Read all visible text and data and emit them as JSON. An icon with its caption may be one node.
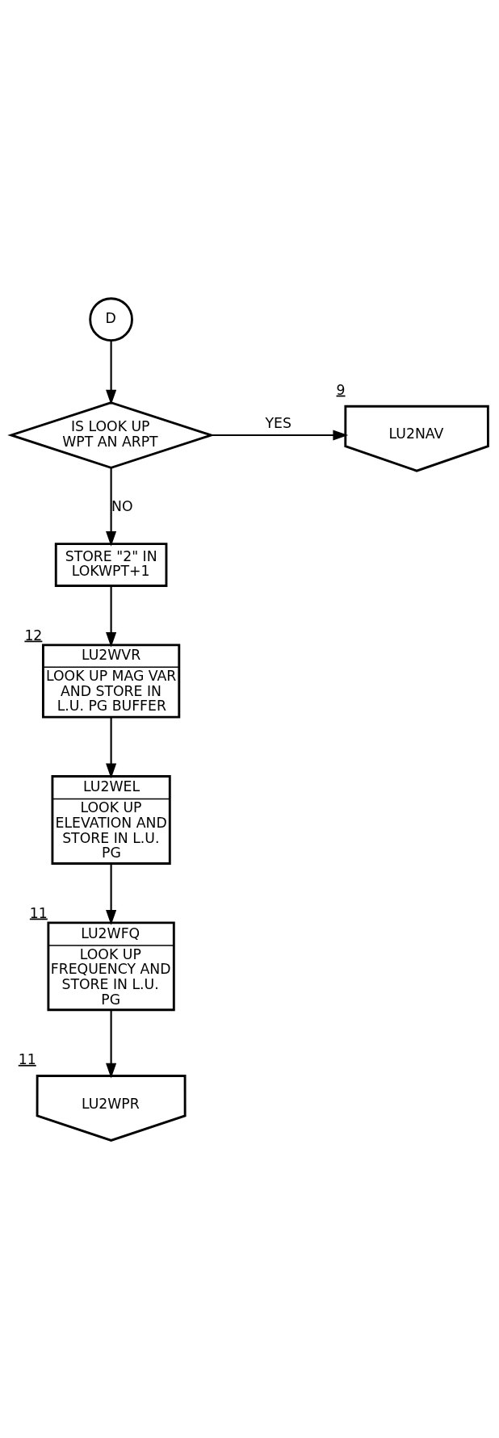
{
  "diagram": {
    "nodes": [
      {
        "text": [
          "D"
        ]
      },
      {
        "text": [
          "IS LOOK UP WPT AN ARPT"
        ]
      },
      {
        "text": [
          "LU2NAV"
        ],
        "beside": [
          "9"
        ]
      },
      {
        "text": [
          "STORE \"2\" IN LOKWPT+1"
        ]
      },
      {
        "text": [
          "LU2WVR",
          "LOOK UP MAG VAR AND STORE IN L.U. PG BUFFER"
        ],
        "beside": [
          "12"
        ]
      },
      {
        "text": [
          "LU2WEL",
          "LOOK UP ELEVATION AND STORE IN L.U. PG"
        ]
      },
      {
        "text": [
          "LU2WFQ",
          "LOOK UP FREQUENCY AND STORE IN L.U. PG"
        ],
        "beside": [
          "11"
        ]
      },
      {
        "text": [
          "LU2WPR"
        ],
        "beside": [
          "11"
        ]
      }
    ],
    "edges": [
      {
        "from": 0,
        "to": 1,
        "arrow": "to"
      },
      {
        "from": 1,
        "to": 2,
        "arrow": "to",
        "label": "YES"
      },
      {
        "from": 1,
        "to": 3,
        "arrow": "to",
        "label": "NO"
      },
      {
        "from": 3,
        "to": 4,
        "arrow": "to"
      },
      {
        "from": 4,
        "to": 5,
        "arrow": "to"
      },
      {
        "from": 5,
        "to": 6,
        "arrow": "to"
      },
      {
        "from": 6,
        "to": 7,
        "arrow": "to"
      }
    ]
  }
}
